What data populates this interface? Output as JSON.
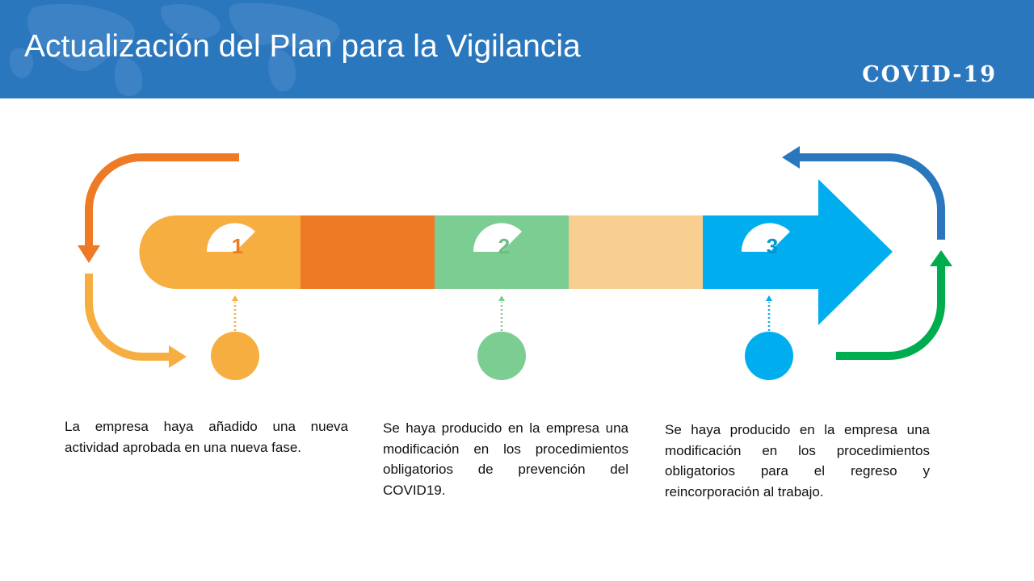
{
  "header": {
    "title": "Actualización del Plan para la Vigilancia",
    "badge": "COVID-19",
    "background_color": "#2b77bd"
  },
  "process": {
    "segment_colors": [
      "#f6ae40",
      "#ef7a25",
      "#7ccd92",
      "#f9cf91",
      "#00aeef"
    ],
    "steps": [
      {
        "number": "1",
        "color": "#f6ae40",
        "text": "La empresa haya añadido una nueva actividad aprobada en una nueva fase."
      },
      {
        "number": "2",
        "color": "#7ccd92",
        "text": "Se haya producido en la empresa una modificación en los procedimientos obligatorios de prevención del COVID19."
      },
      {
        "number": "3",
        "color": "#00aeef",
        "text": "Se haya producido en la empresa una modificación en los procedimientos obligatorios para el regreso y reincorporación al trabajo."
      }
    ],
    "loop_arrow_colors": {
      "left_top": "#ef7a25",
      "left_bottom": "#f6ae40",
      "right_top": "#2b77bd",
      "right_bottom": "#00ad4e"
    }
  }
}
